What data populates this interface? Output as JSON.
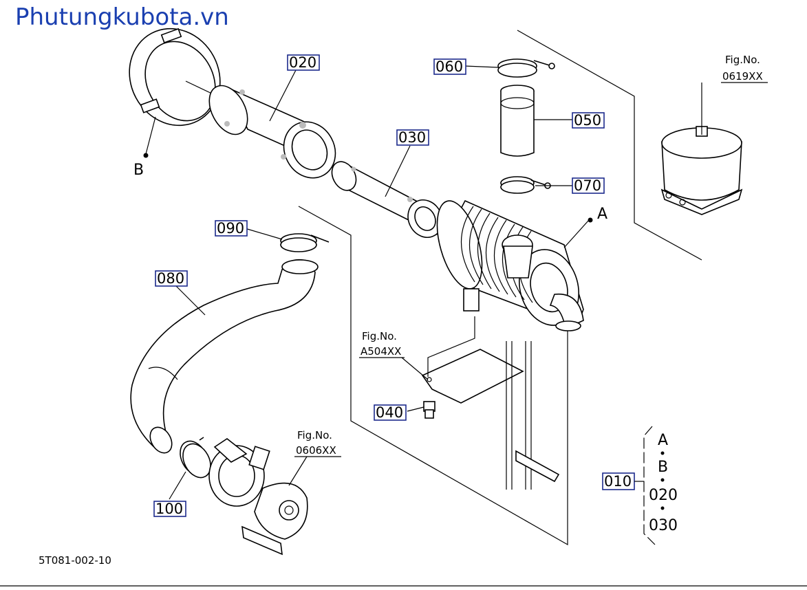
{
  "watermark": "Phutungkubota.vn",
  "drawing_number": "5T081-002-10",
  "callouts": {
    "c010": "010",
    "c020": "020",
    "c030": "030",
    "c040": "040",
    "c050": "050",
    "c060": "060",
    "c070": "070",
    "c080": "080",
    "c090": "090",
    "c100": "100"
  },
  "fig_refs": {
    "f0619_label": "Fig.No.",
    "f0619_num": "0619XX",
    "fA504_label": "Fig.No.",
    "fA504_num": "A504XX",
    "f0606_label": "Fig.No.",
    "f0606_num": "0606XX"
  },
  "markers": {
    "a": "A",
    "b": "B"
  },
  "assembly_list": [
    "A",
    "B",
    "020",
    "030"
  ],
  "colors": {
    "watermark": "#1a3fb0",
    "callout_box": "#1c2a8c"
  }
}
